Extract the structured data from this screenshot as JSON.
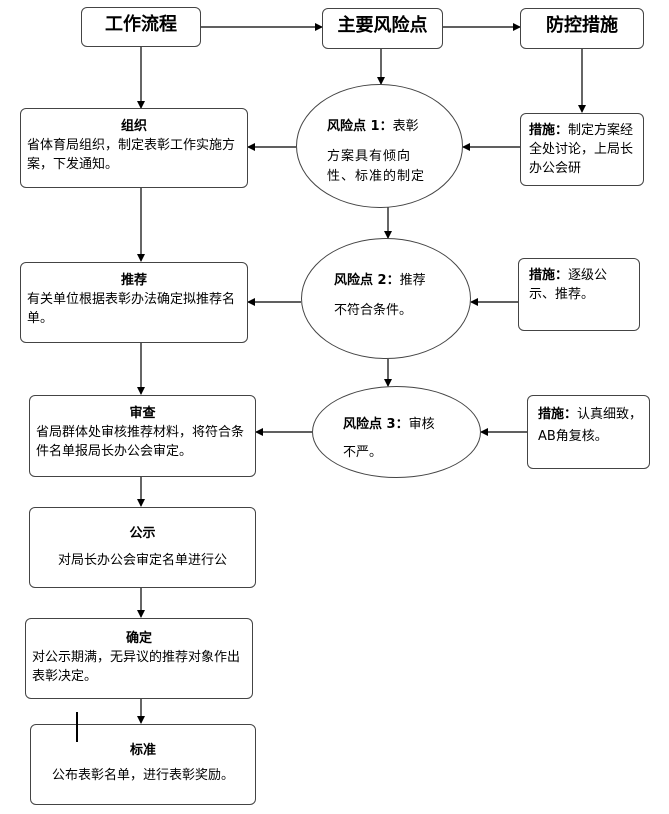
{
  "headers": {
    "workflow": "工作流程",
    "risks": "主要风险点",
    "measures": "防控措施"
  },
  "steps": [
    {
      "title": "组织",
      "text": "省体育局组织，制定表彰工作实施方案，下发通知。"
    },
    {
      "title": "推荐",
      "text": "有关单位根据表彰办法确定拟推荐名单。"
    },
    {
      "title": "审查",
      "text": "省局群体处审核推荐材料，将符合条件名单报局长办公会审定。"
    },
    {
      "title": "公示",
      "text": "对局长办公会审定名单进行公"
    },
    {
      "title": "确定",
      "text": "对公示期满，无异议的推荐对象作出表彰决定。"
    },
    {
      "title": "标准",
      "text": "公布表彰名单，进行表彰奖励。"
    }
  ],
  "risks": [
    {
      "label": "风险点 1：",
      "text_a": "表彰",
      "text_b": "方案具有倾向性、标准的制定"
    },
    {
      "label": "风险点 2：",
      "text_a": "推荐",
      "text_b": "不符合条件。"
    },
    {
      "label": "风险点 3：",
      "text_a": "审核",
      "text_b": "不严。"
    }
  ],
  "measures": [
    {
      "label": "措施：",
      "text": "制定方案经全处讨论，上局长办公会研"
    },
    {
      "label": "措施：",
      "text": "逐级公示、推荐。"
    },
    {
      "label": "措施：",
      "text": "认真细致，AB角复核。"
    }
  ]
}
